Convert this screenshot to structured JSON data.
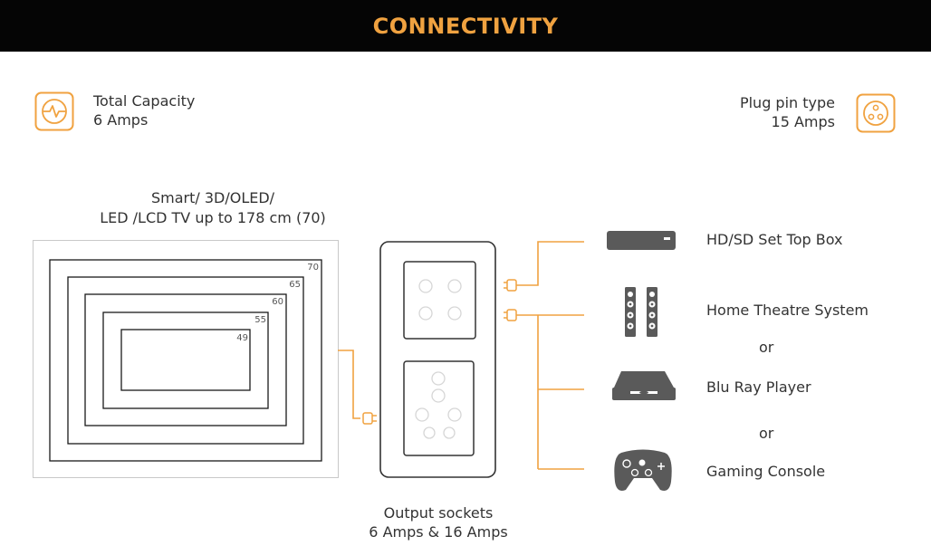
{
  "header": {
    "title": "CONNECTIVITY"
  },
  "colors": {
    "accent": "#f0a240",
    "header_bg": "#050505",
    "text": "#333333",
    "device": "#5a5a5a"
  },
  "capacity": {
    "label": "Total Capacity",
    "value": "6 Amps",
    "icon": "pulse-icon"
  },
  "plug": {
    "label": "Plug pin type",
    "value": "15 Amps",
    "icon": "socket-icon"
  },
  "tv": {
    "caption_line1": "Smart/ 3D/OLED/",
    "caption_line2": "LED /LCD TV up to 178 cm (70)",
    "sizes": [
      "70",
      "65",
      "60",
      "55",
      "49"
    ]
  },
  "output": {
    "line1": "Output sockets",
    "line2": "6 Amps & 16 Amps"
  },
  "devices": {
    "settop": {
      "label": "HD/SD Set Top Box",
      "icon": "set-top-box-icon"
    },
    "theatre": {
      "label": "Home Theatre System",
      "icon": "speakers-icon"
    },
    "bluray": {
      "label": "Blu Ray Player",
      "icon": "blu-ray-player-icon"
    },
    "gaming": {
      "label": "Gaming Console",
      "icon": "game-controller-icon"
    },
    "or": "or"
  }
}
